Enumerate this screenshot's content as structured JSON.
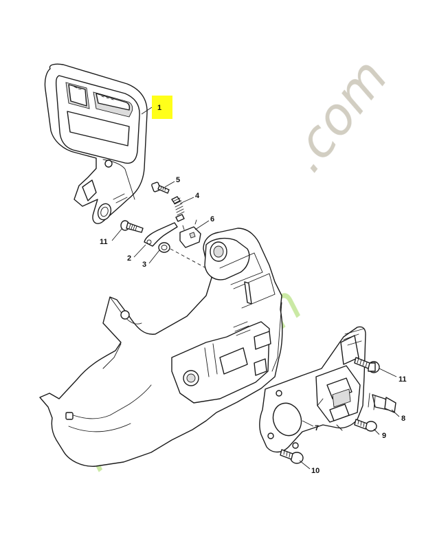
{
  "watermark": {
    "text_main": "foretjardin",
    "text_tld": ".com",
    "color_main": "#c5e79a",
    "color_tld": "#cdc9bc"
  },
  "highlight_color": "#ffff1a",
  "callouts": [
    {
      "id": "c1",
      "label": "1",
      "highlighted": true
    },
    {
      "id": "c5",
      "label": "5"
    },
    {
      "id": "c4",
      "label": "4"
    },
    {
      "id": "c6",
      "label": "6"
    },
    {
      "id": "c11a",
      "label": "11"
    },
    {
      "id": "c2",
      "label": "2"
    },
    {
      "id": "c3",
      "label": "3"
    },
    {
      "id": "c11b",
      "label": "11"
    },
    {
      "id": "c8",
      "label": "8"
    },
    {
      "id": "c7",
      "label": "7"
    },
    {
      "id": "c9",
      "label": "9"
    },
    {
      "id": "c10",
      "label": "10"
    }
  ]
}
